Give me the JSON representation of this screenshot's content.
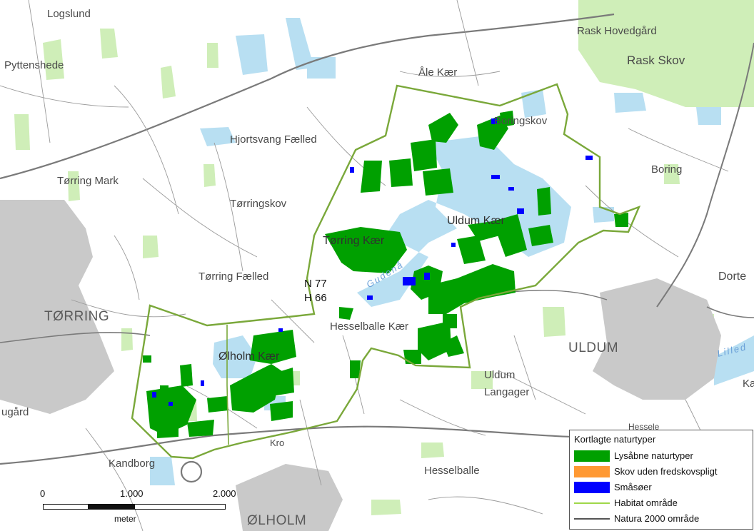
{
  "colors": {
    "lysabne": "#00a000",
    "skov": "#ff9933",
    "smasoer": "#0000ff",
    "habitat": "#9fd84a",
    "natura": "#555555",
    "water": "#b8dff2",
    "agri": "#cfeeb8",
    "forest": "#dff0c2",
    "town": "#c8c8c8",
    "boundary": "#7aa83a"
  },
  "places": {
    "logslund": "Logslund",
    "pyttenshede": "Pyttenshede",
    "ale_kaer": "Åle Kær",
    "rask_hovedgard": "Rask Hovedgård",
    "rask_skov": "Rask Skov",
    "boringskov": "Boringskov",
    "hjortsvang": "Hjortsvang Fælled",
    "boring": "Boring",
    "torring_mark": "Tørring Mark",
    "torringskov": "Tørringskov",
    "torring_kaer": "Tørring Kær",
    "uldum_kaer": "Uldum Kær",
    "torring_faelled": "Tørring Fælled",
    "dorte": "Dorte",
    "torring": "TØRRING",
    "hesselballe_kaer": "Hesselballe Kær",
    "uldum": "ULDUM",
    "olholm_kaer": "Ølholm Kær",
    "uldum_langager_1": "Uldum",
    "uldum_langager_2": "Langager",
    "ugard": "ugård",
    "kro": "Kro",
    "kandborg": "Kandborg",
    "hesselballe": "Hesselballe",
    "olholm": "ØLHOLM",
    "gudena": "Gudenå",
    "lilled": "Lilled",
    "ka": "Ka",
    "hessele": "Hessele"
  },
  "site_code": {
    "n": "N 77",
    "h": "H 66"
  },
  "legend": {
    "title": "Kortlagte naturtyper",
    "items": [
      {
        "label": "Lysåbne naturtyper",
        "kind": "fill",
        "color": "#00a000"
      },
      {
        "label": "Skov uden fredskovspligt",
        "kind": "fill",
        "color": "#ff9933"
      },
      {
        "label": "Småsøer",
        "kind": "fill",
        "color": "#0000ff"
      },
      {
        "label": "Habitat område",
        "kind": "line",
        "color": "#9fd84a"
      },
      {
        "label": "Natura 2000 område",
        "kind": "line",
        "color": "#555555"
      }
    ]
  },
  "scale": {
    "t0": "0",
    "t1": "1.000",
    "t2": "2.000",
    "unit": "meter"
  }
}
